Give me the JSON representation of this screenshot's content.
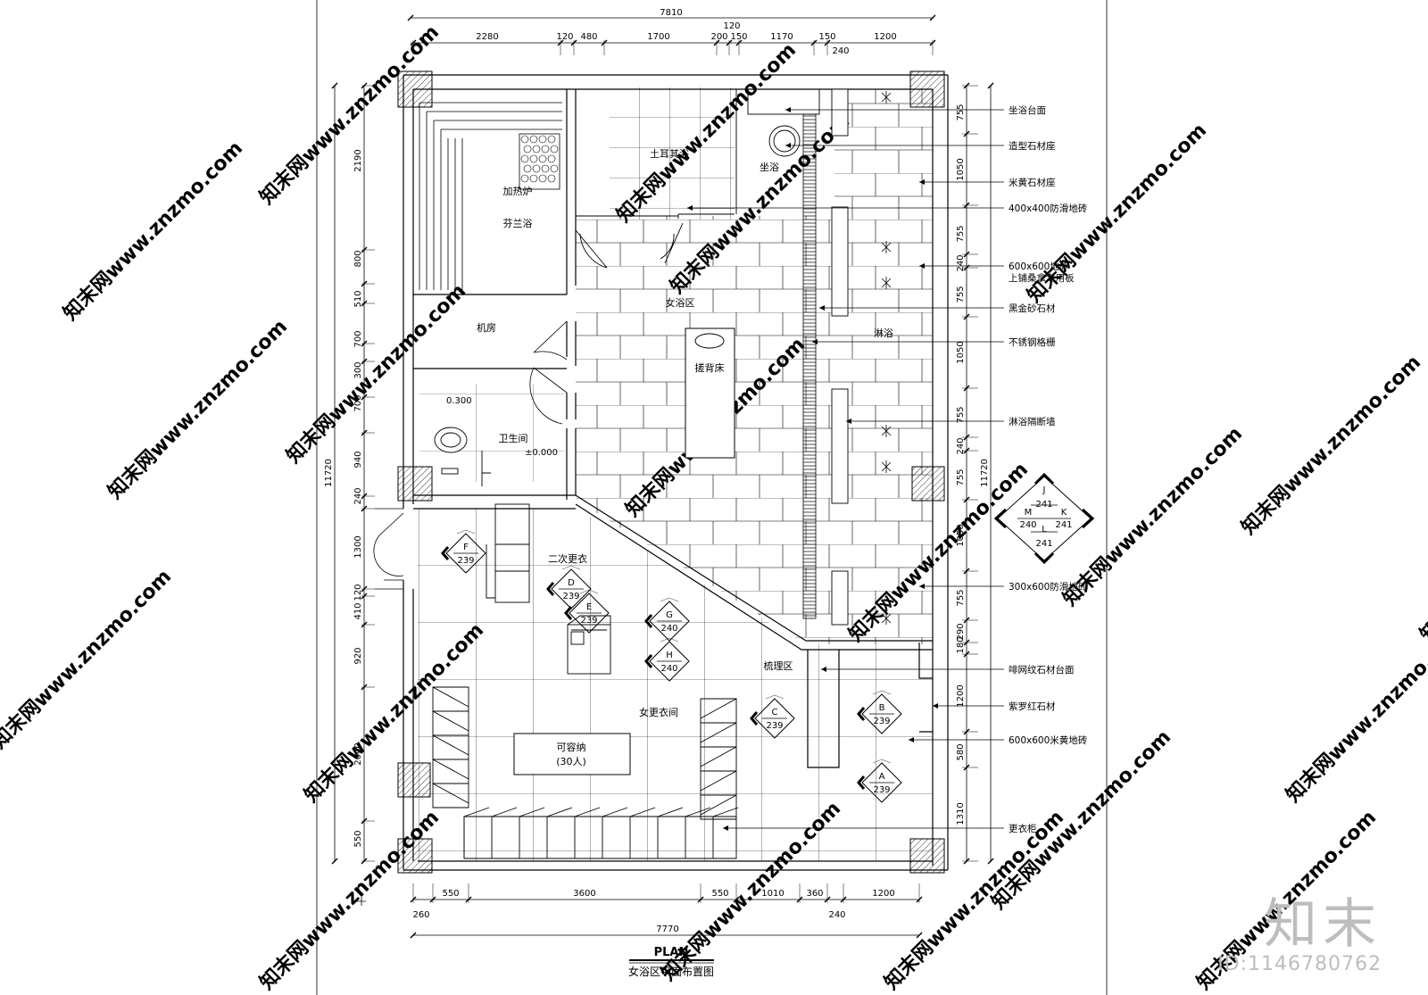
{
  "watermark": {
    "site": "www.znzmo.com",
    "brand": "知末网",
    "logo": "知末",
    "id_label": "ID:1146780762"
  },
  "plan": {
    "title_en": "PLAN",
    "title_cn": "女浴区平面布置图"
  },
  "dimensions": {
    "top_total": "7810",
    "top_segments": [
      "2280",
      "120",
      "480",
      "1700",
      "200",
      "150",
      "1170",
      "150",
      "1200"
    ],
    "top_small_1": "120",
    "top_small_2": "240",
    "bottom_total": "7770",
    "bottom_segments": [
      "550",
      "3600",
      "550",
      "1010",
      "360",
      "1200"
    ],
    "bottom_small_left": "260",
    "bottom_small_right": "240",
    "left_total": "11720",
    "left_segments": [
      "2190",
      "800",
      "510",
      "700",
      "300",
      "700",
      "940",
      "240",
      "1300",
      "120",
      "410",
      "920",
      "2040",
      "550"
    ],
    "right_total": "11720",
    "right_segments": [
      "755",
      "1050",
      "755",
      "240",
      "755",
      "1050",
      "755",
      "240",
      "755",
      "1050",
      "755",
      "290",
      "180",
      "1200",
      "580",
      "1310"
    ]
  },
  "rooms": {
    "turkish_bath": "土耳其浴",
    "sitting_bath": "坐浴",
    "heater": "加热炉",
    "finnish_bath": "芬兰浴",
    "machine_room": "机房",
    "bath_area": "女浴区",
    "shower": "淋浴",
    "massage_bed": "搓背床",
    "toilet": "卫生间",
    "level_1": "0.300",
    "level_2": "±0.000",
    "second_changing": "二次更衣",
    "grooming": "梳理区",
    "changing_room": "女更衣间",
    "capacity_1": "可容纳",
    "capacity_2": "(30人)"
  },
  "annotations": [
    "坐浴台面",
    "造型石材座",
    "米黄石材座",
    "400x400防滑地砖",
    "600x600地砖",
    "上铺桑拿专用板",
    "黑金砂石材",
    "不锈钢格栅",
    "淋浴隔断墙",
    "300x600防滑地砖",
    "啡网纹石材台面",
    "紫罗红石材",
    "600x600米黄地砖",
    "更衣柜"
  ],
  "elevation_markers": [
    {
      "letter": "F",
      "sheet": "239"
    },
    {
      "letter": "D",
      "sheet": "239"
    },
    {
      "letter": "E",
      "sheet": "239"
    },
    {
      "letter": "G",
      "sheet": "240"
    },
    {
      "letter": "H",
      "sheet": "240"
    },
    {
      "letter": "C",
      "sheet": "239"
    },
    {
      "letter": "B",
      "sheet": "239"
    },
    {
      "letter": "A",
      "sheet": "239"
    }
  ],
  "compass_marker": {
    "top_letter": "J",
    "top_sheet": "241",
    "left_letter": "M",
    "left_sheet": "240",
    "right_letter": "K",
    "right_sheet": "241",
    "bottom_letter": "L",
    "bottom_sheet": "241"
  }
}
